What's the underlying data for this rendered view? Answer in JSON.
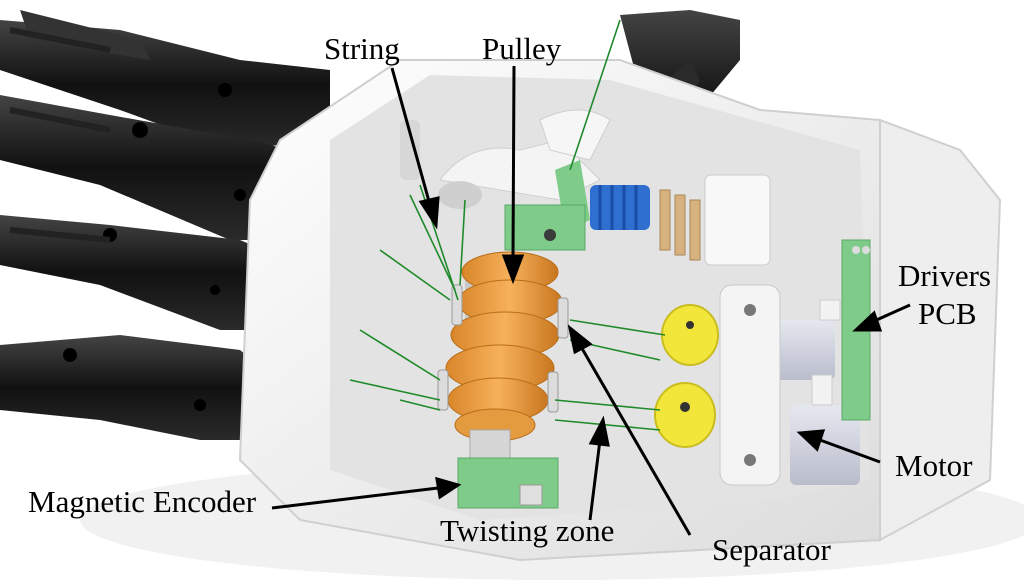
{
  "annotations": {
    "string": "String",
    "pulley": "Pulley",
    "drivers_pcb_line1": "Drivers",
    "drivers_pcb_line2": "PCB",
    "motor": "Motor",
    "magnetic_encoder": "Magnetic Encoder",
    "twisting_zone": "Twisting zone",
    "separator": "Separator"
  },
  "colors": {
    "pulley": "#f0a040",
    "pcb": "#7ecb8a",
    "motor_cap": "#f2e63a",
    "gear": "#2f6fd0",
    "finger": "#1a1a1a",
    "string": "#1f8a2a",
    "housing": "#f2f2f2"
  }
}
